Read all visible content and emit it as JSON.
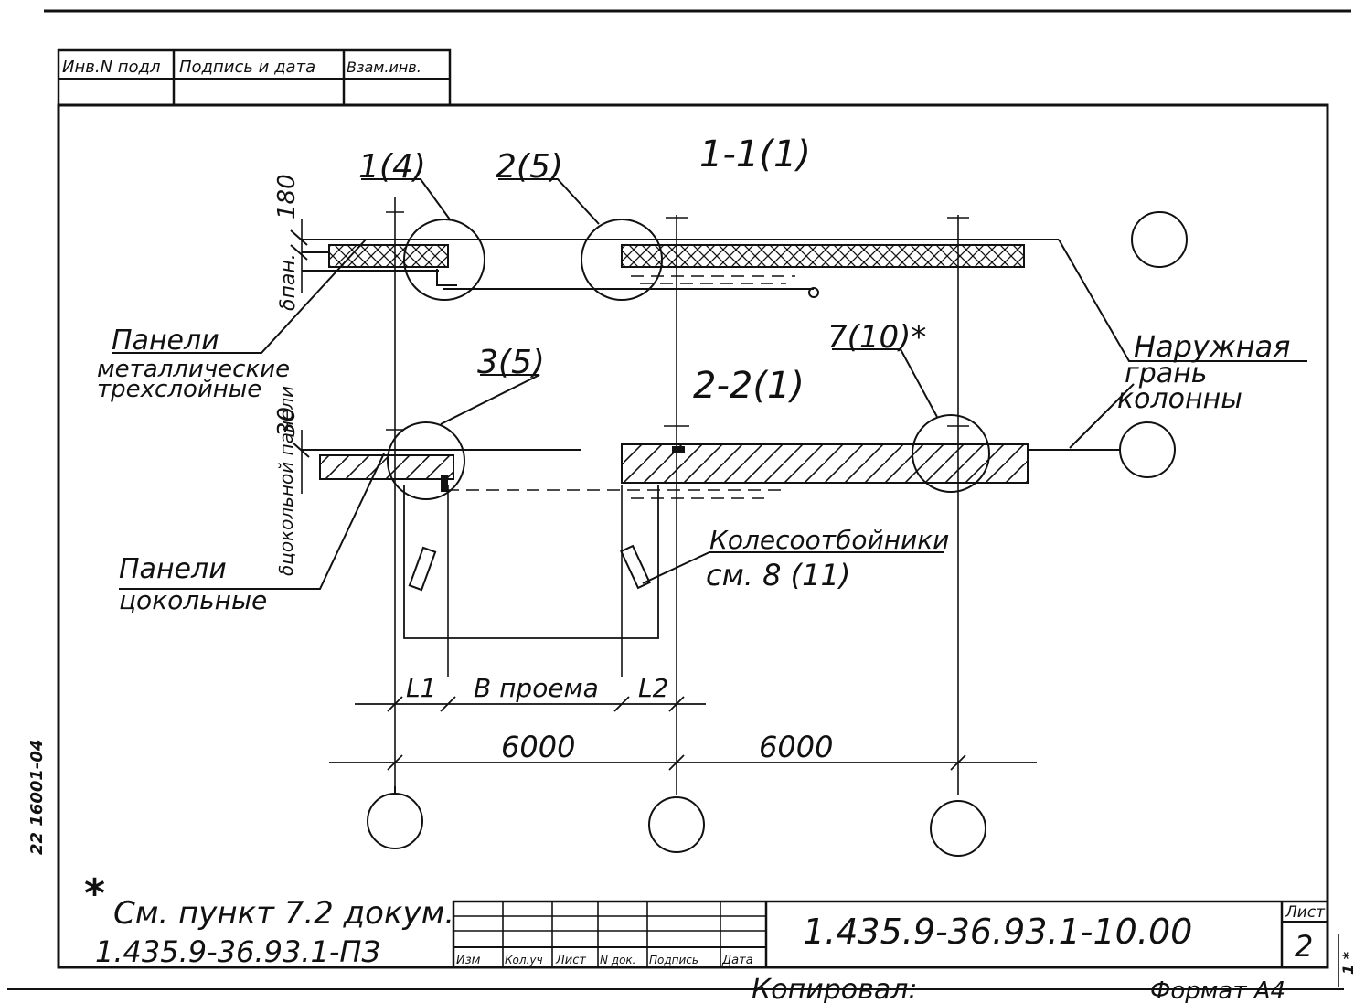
{
  "stamp": {
    "col1": "Инв.N подл",
    "col2": "Подпись и дата",
    "col3": "Взам.инв."
  },
  "sections": {
    "s1": "1-1(1)",
    "s2": "2-2(1)"
  },
  "callouts": {
    "c1": "1(4)",
    "c2": "2(5)",
    "c3": "3(5)",
    "c4": "7(10)*"
  },
  "dims": {
    "d180": "180",
    "d30": "30",
    "bpan": "δпан.",
    "bcok": "δцокольной панели",
    "L1": "L1",
    "L2": "L2",
    "opening": "B проема",
    "span1": "6000",
    "span2": "6000"
  },
  "labels": {
    "panels_metal": [
      "Панели",
      "металлические",
      "трехслойные"
    ],
    "panels_plinth": [
      "Панели",
      "цокольные"
    ],
    "outer_face": [
      "Наружная",
      "грань",
      "колонны"
    ],
    "wheel_guard": [
      "Колесоотбойники",
      "см. 8 (11)"
    ]
  },
  "note": {
    "star": "*",
    "line1": "См. пункт 7.2 докум.",
    "line2": "1.435.9-36.93.1-ПЗ"
  },
  "title_block": {
    "doc_code": "1.435.9-36.93.1-10.00",
    "sheet_label": "Лист",
    "sheet_num": "2",
    "cols": [
      "Изм",
      "Кол.уч",
      "Лист",
      "N док.",
      "Подпись",
      "Дата"
    ]
  },
  "footer": {
    "copied": "Копировал:",
    "format": "Формат А4"
  },
  "margin_vertical": "22 16001-04",
  "side_mark": "1 *"
}
